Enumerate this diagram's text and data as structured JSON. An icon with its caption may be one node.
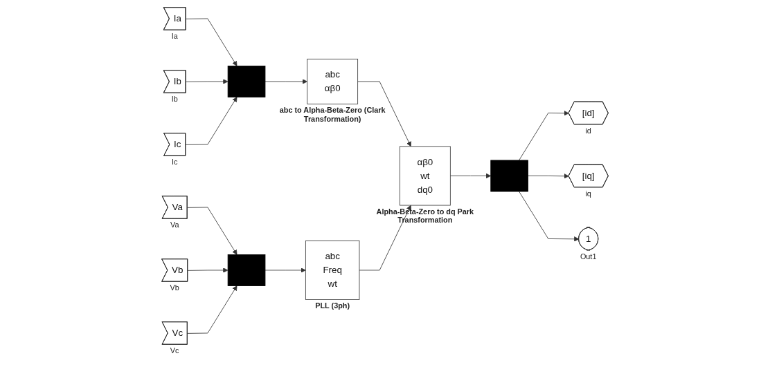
{
  "diagram": {
    "nodes": [
      {
        "text": [
          "Ia"
        ],
        "beside": [
          "Ia"
        ]
      },
      {
        "text": [
          "Ib"
        ],
        "beside": [
          "Ib"
        ]
      },
      {
        "text": [
          "Ic"
        ],
        "beside": [
          "Ic"
        ]
      },
      {
        "text": [],
        "shape": "bar"
      },
      {
        "text": [
          "abc",
          "αβ0"
        ],
        "beside": [
          "abc to Alpha-Beta-Zero (Clark Transformation)"
        ]
      },
      {
        "text": [
          "Va"
        ],
        "beside": [
          "Va"
        ]
      },
      {
        "text": [
          "Vb"
        ],
        "beside": [
          "Vb"
        ]
      },
      {
        "text": [
          "Vc"
        ],
        "beside": [
          "Vc"
        ]
      },
      {
        "text": [],
        "shape": "bar"
      },
      {
        "text": [
          "abc",
          "Freq",
          "wt"
        ],
        "beside": [
          "PLL (3ph)"
        ]
      },
      {
        "text": [
          "αβ0",
          "wt",
          "dq0"
        ],
        "beside": [
          "Alpha-Beta-Zero to dq Park Transformation"
        ]
      },
      {
        "text": [],
        "shape": "bar"
      },
      {
        "text": [
          "[id]"
        ],
        "beside": [
          "id"
        ]
      },
      {
        "text": [
          "[iq]"
        ],
        "beside": [
          "iq"
        ]
      },
      {
        "text": [
          "1"
        ],
        "beside": [
          "Out1"
        ]
      }
    ],
    "edges": [
      {
        "from": 0,
        "to": 3,
        "arrow": "to"
      },
      {
        "from": 1,
        "to": 3,
        "arrow": "to"
      },
      {
        "from": 2,
        "to": 3,
        "arrow": "to"
      },
      {
        "from": 3,
        "to": 4,
        "arrow": "to"
      },
      {
        "from": 4,
        "to": 10,
        "arrow": "to"
      },
      {
        "from": 5,
        "to": 8,
        "arrow": "to"
      },
      {
        "from": 6,
        "to": 8,
        "arrow": "to"
      },
      {
        "from": 7,
        "to": 8,
        "arrow": "to"
      },
      {
        "from": 8,
        "to": 9,
        "arrow": "to"
      },
      {
        "from": 9,
        "to": 10,
        "arrow": "to"
      },
      {
        "from": 10,
        "to": 11,
        "arrow": "to"
      },
      {
        "from": 11,
        "to": 12,
        "arrow": "to"
      },
      {
        "from": 11,
        "to": 13,
        "arrow": "to"
      },
      {
        "from": 11,
        "to": 14,
        "arrow": "to"
      }
    ]
  }
}
